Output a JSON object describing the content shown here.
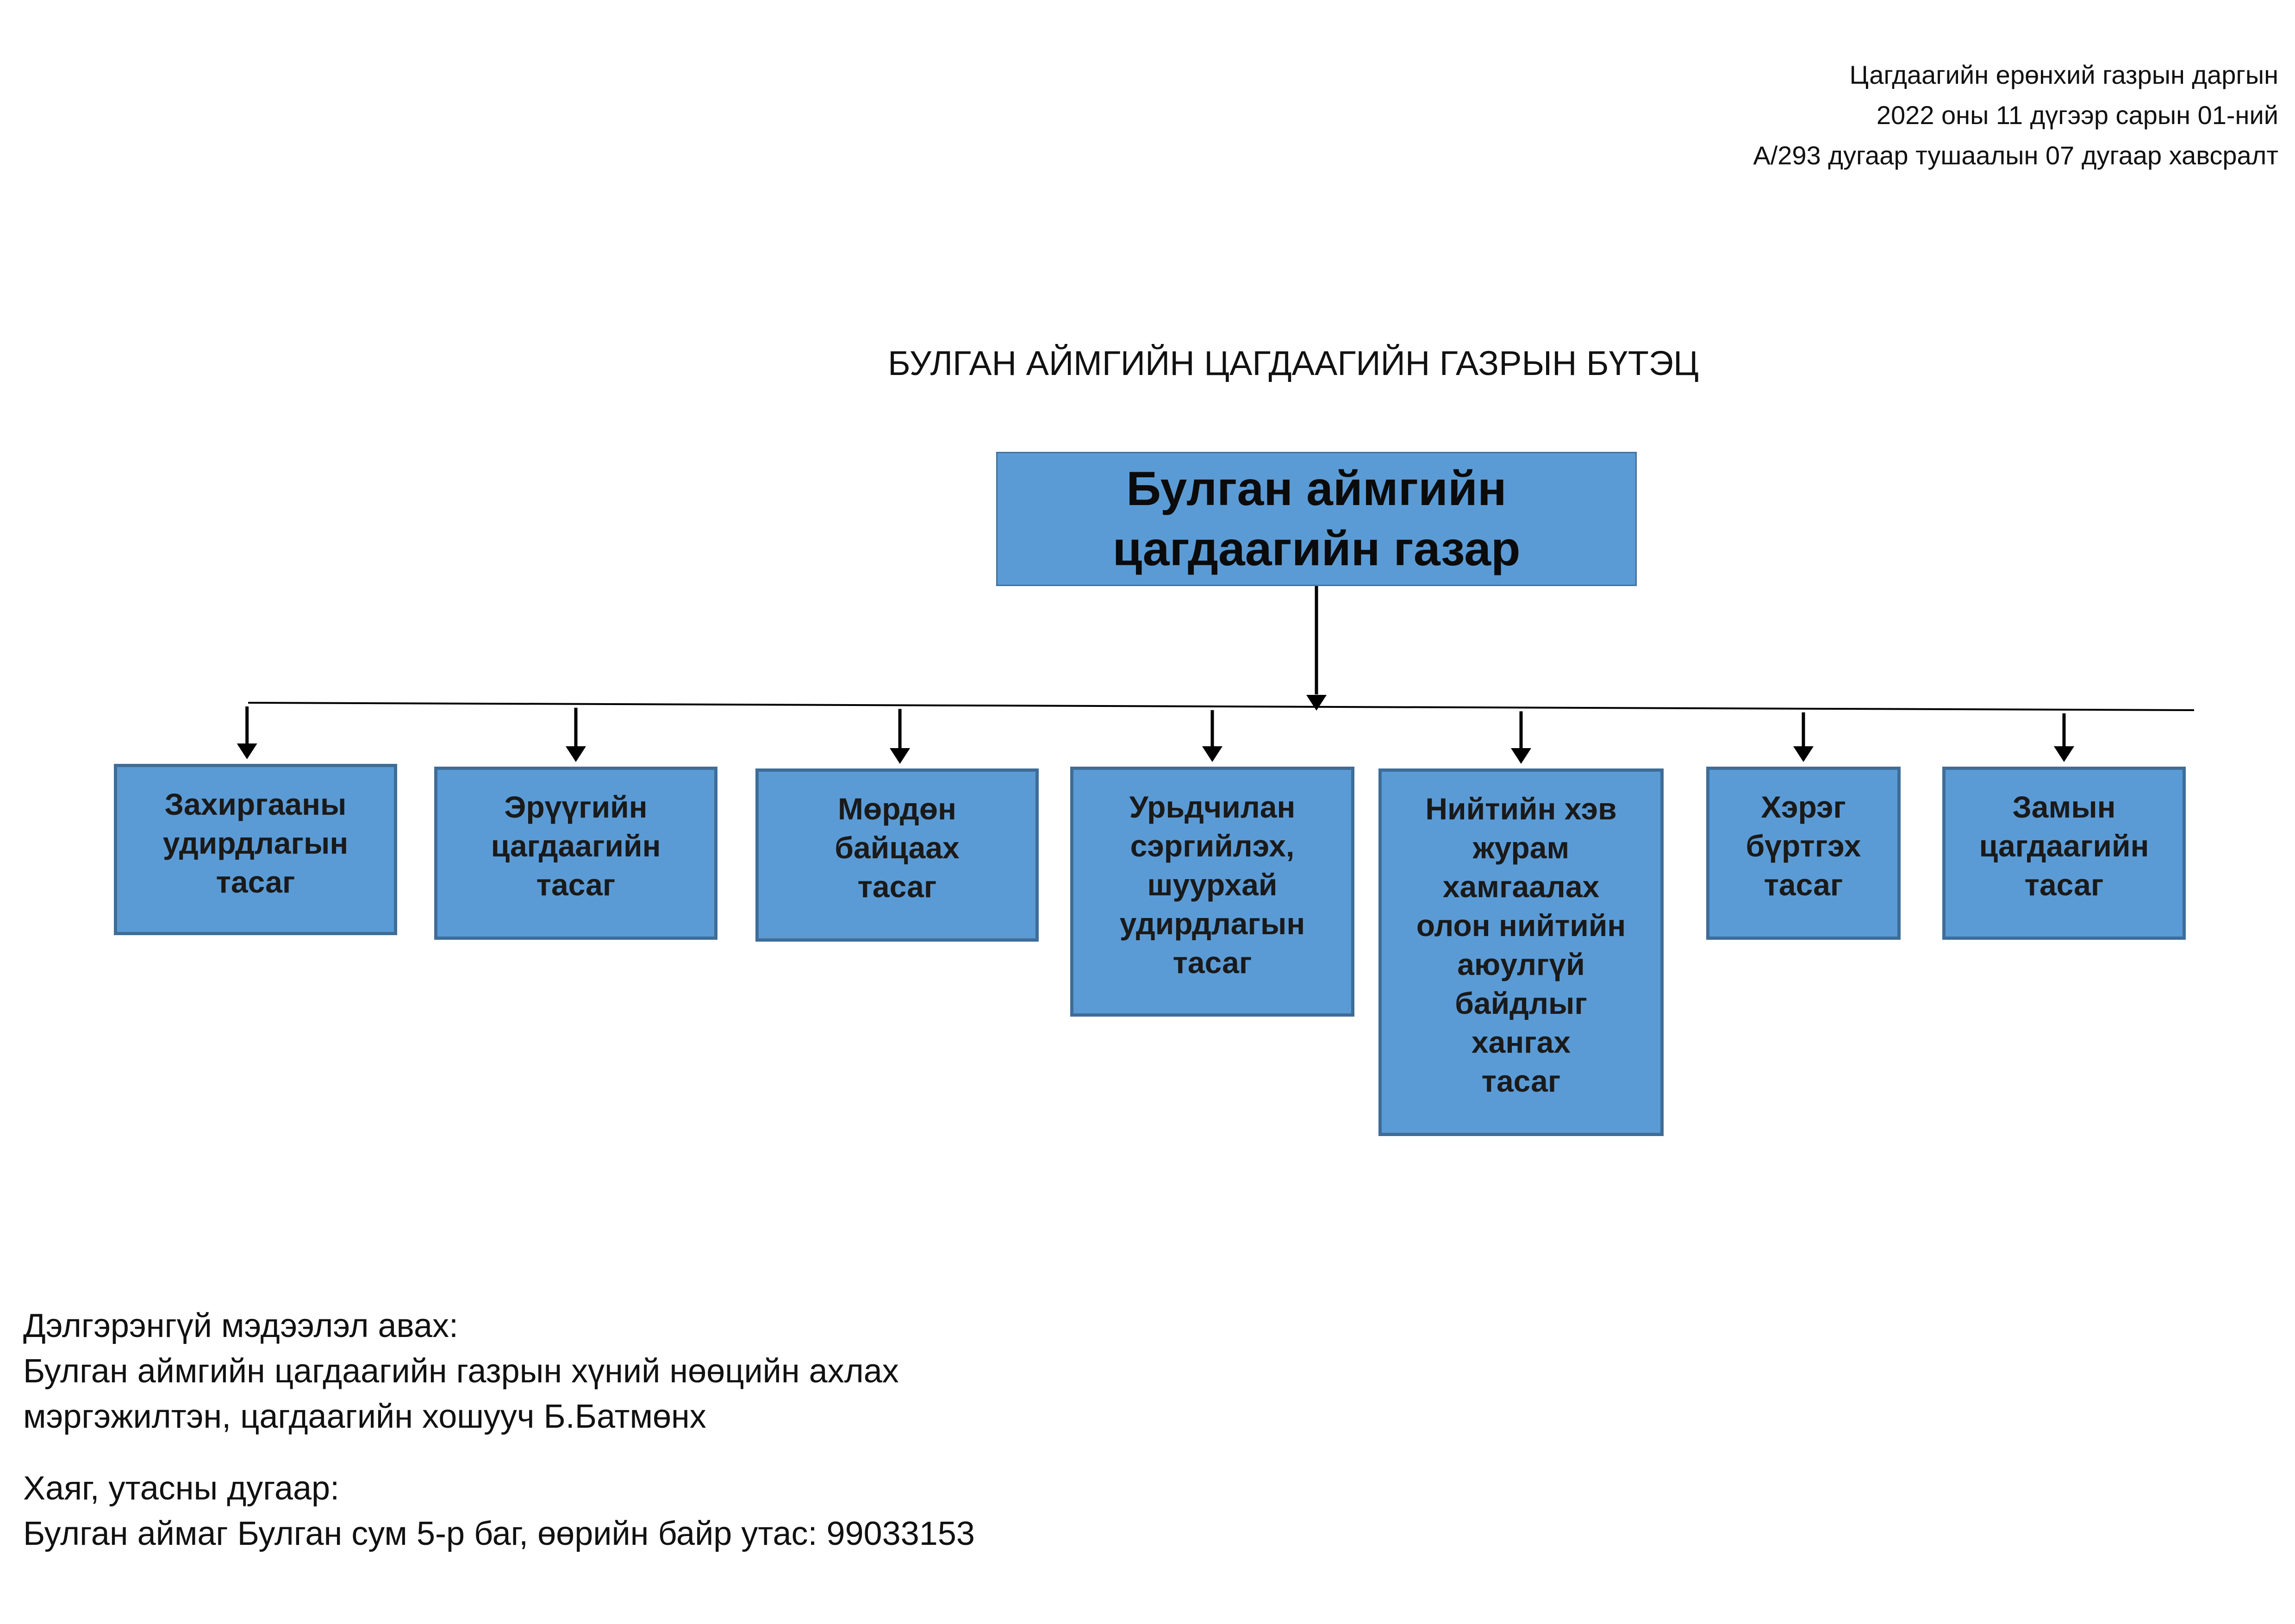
{
  "header_note": {
    "line1": "Цагдаагийн ерөнхий газрын даргын",
    "line2": "2022 оны 11 дүгээр сарын 01-ний",
    "line3": "А/293 дугаар тушаалын 07 дугаар хавсралт"
  },
  "document_title": "БУЛГАН АЙМГИЙН ЦАГДААГИЙН ГАЗРЫН БҮТЭЦ",
  "org_chart": {
    "root": "Булган аймгийн\nцагдаагийн газар",
    "departments": [
      "Захиргааны\nудирдлагын\nтасаг",
      "Эрүүгийн\nцагдаагийн\nтасаг",
      "Мөрдөн\nбайцаах\nтасаг",
      "Урьдчилан\nсэргийлэх,\nшуурхай\nудирдлагын\nтасаг",
      "Нийтийн хэв\nжурам\nхамгаалах\nолон нийтийн\nаюулгүй\nбайдлыг\nхангах\nтасаг",
      "Хэрэг\nбүртгэх\nтасаг",
      "Замын\nцагдаагийн\nтасаг"
    ],
    "colors": {
      "box_fill": "#5b9bd5",
      "box_border": "#3e6d98",
      "connector": "#000000"
    }
  },
  "contact": {
    "heading": "Дэлгэрэнгүй мэдээлэл авах:",
    "person_line1": "Булган аймгийн цагдаагийн газрын хүний нөөцийн ахлах",
    "person_line2": "мэргэжилтэн, цагдаагийн хошууч Б.Батмөнх",
    "address_heading": "Хаяг, утасны дугаар:",
    "address_line": "Булган аймаг Булган сум 5-р баг, өөрийн байр утас: 99033153"
  }
}
